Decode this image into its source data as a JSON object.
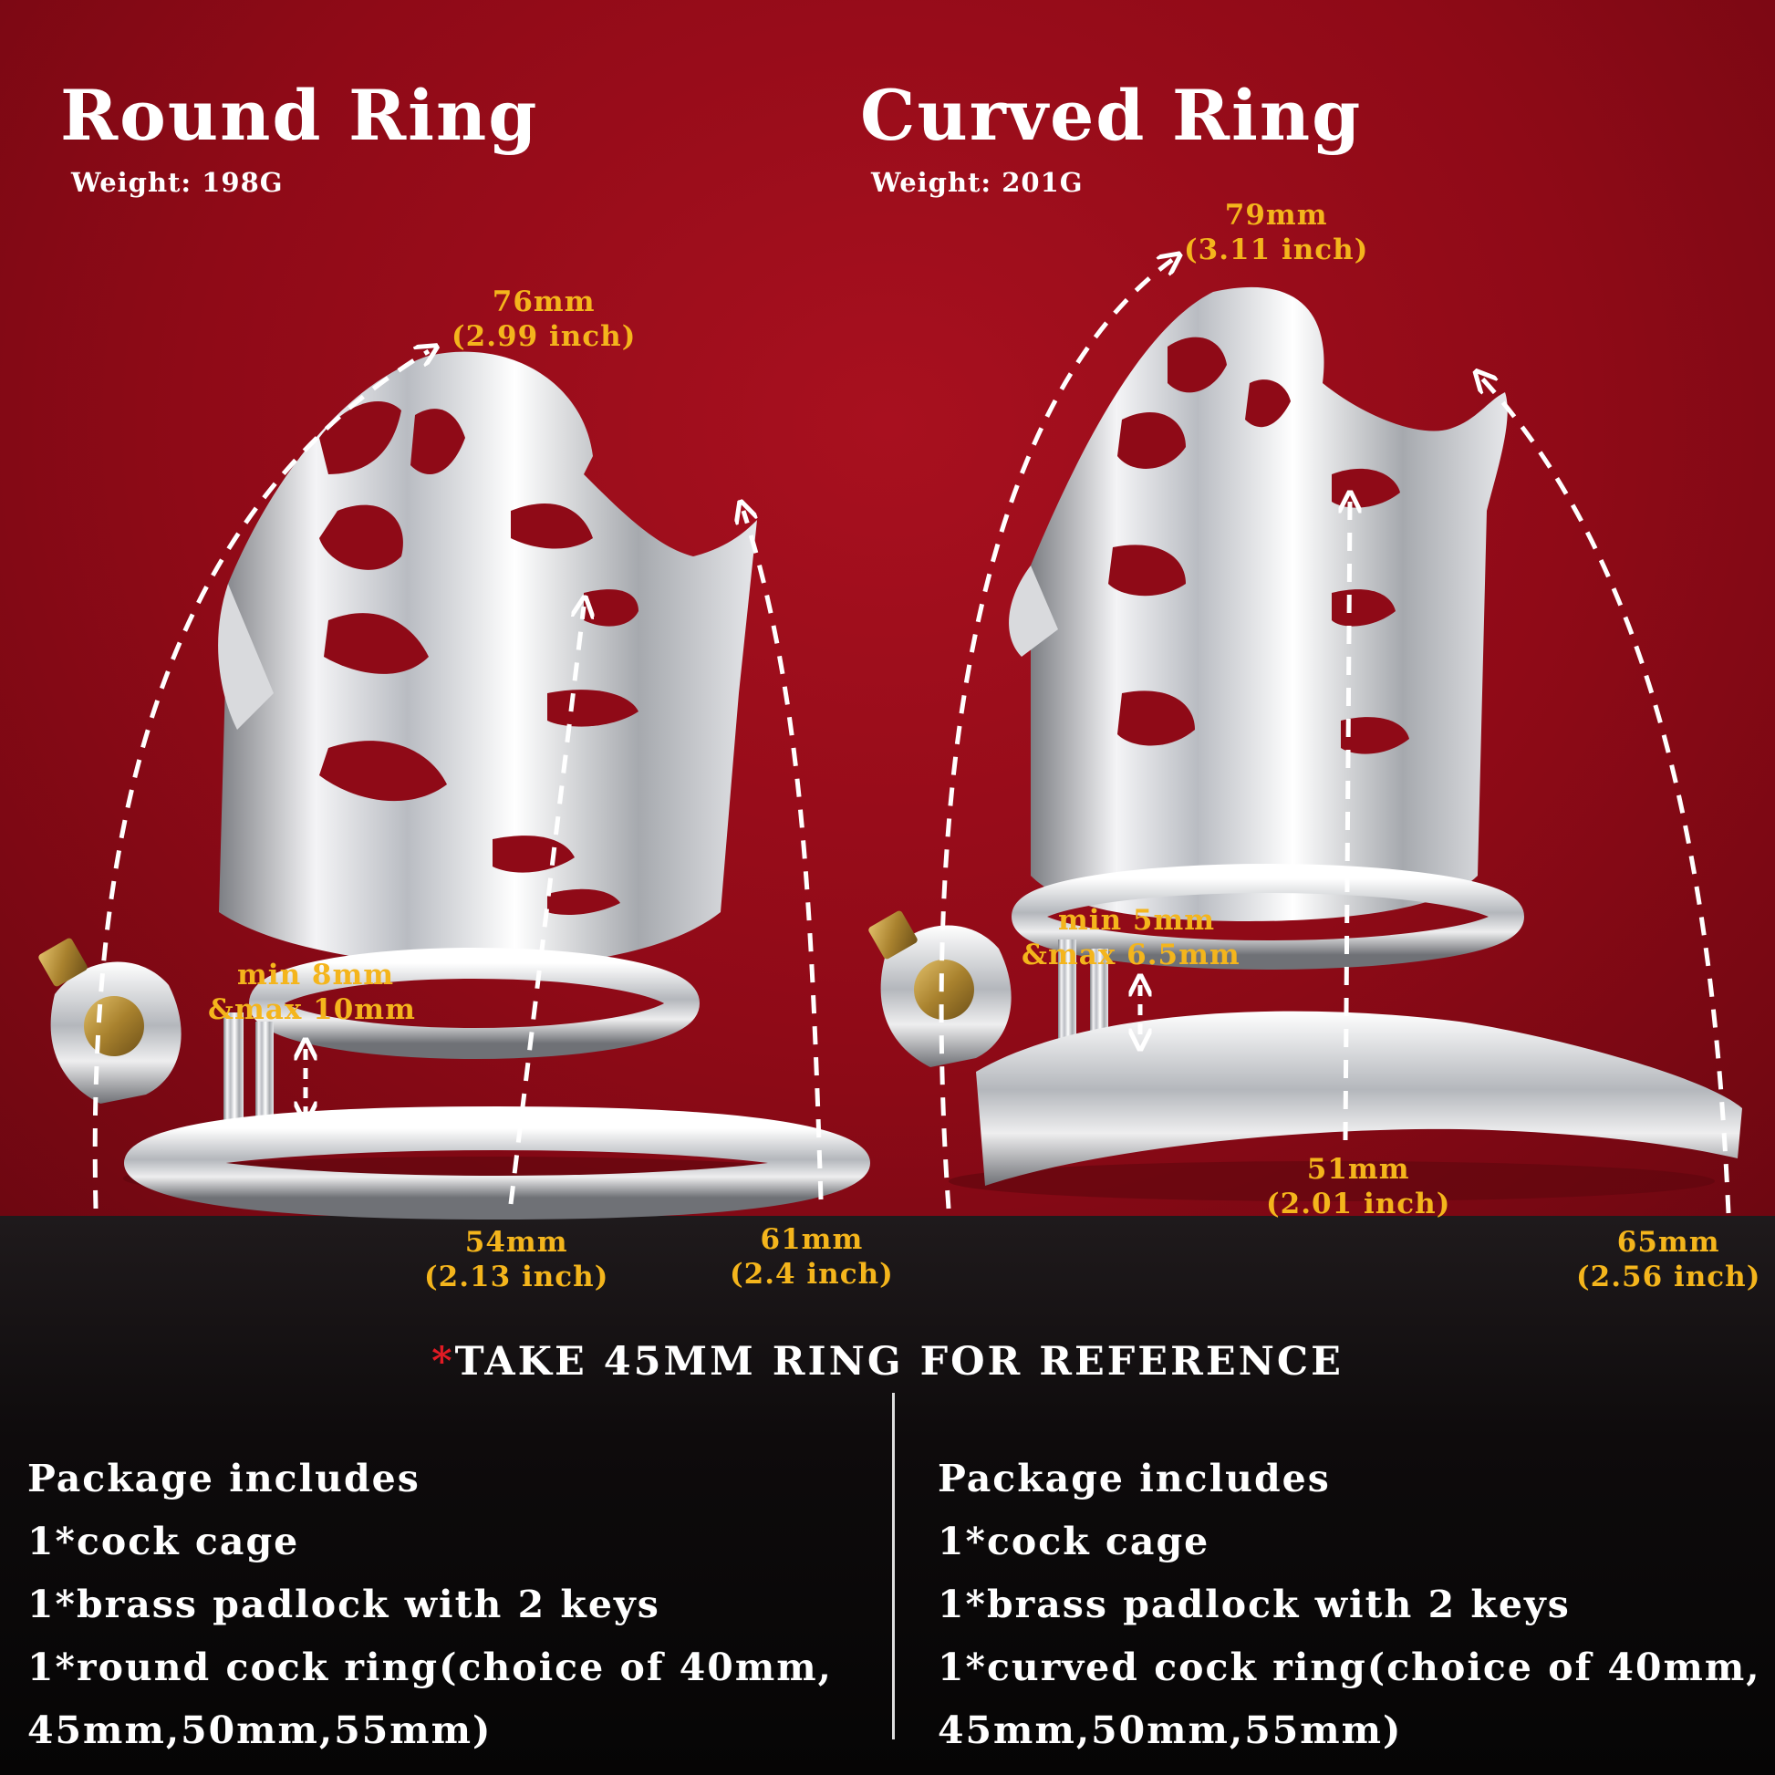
{
  "round": {
    "title": "Round Ring",
    "weight": "Weight:  198G",
    "top_length": {
      "mm": "76mm",
      "inch": "(2.99 inch)"
    },
    "inner_length": {
      "mm": "54mm",
      "inch": "(2.13 inch)"
    },
    "outer_length": {
      "mm": "61mm",
      "inch": "(2.4 inch)"
    },
    "gap": {
      "min": "min 8mm",
      "max": "&max 10mm"
    },
    "package": {
      "heading": "Package includes",
      "items": [
        "1*cock cage",
        "1*brass padlock with 2 keys",
        "1*round cock ring(choice of 40mm,",
        "45mm,50mm,55mm)"
      ]
    }
  },
  "curved": {
    "title": "Curved Ring",
    "weight": "Weight:  201G",
    "top_length": {
      "mm": "79mm",
      "inch": "(3.11 inch)"
    },
    "inner_length": {
      "mm": "51mm",
      "inch": "(2.01 inch)"
    },
    "outer_length": {
      "mm": "65mm",
      "inch": "(2.56 inch)"
    },
    "gap": {
      "min": "min 5mm",
      "max": "&max 6.5mm"
    },
    "package": {
      "heading": "Package includes",
      "items": [
        "1*cock cage",
        "1*brass padlock with 2 keys",
        "1*curved cock ring(choice of 40mm,",
        "45mm,50mm,55mm)"
      ]
    }
  },
  "reference": {
    "star": "*",
    "text": "TAKE 45MM RING FOR REFERENCE"
  },
  "colors": {
    "background_red": "#9a0c1a",
    "measure_gold": "#f4b51c",
    "star_red": "#e21b24"
  }
}
